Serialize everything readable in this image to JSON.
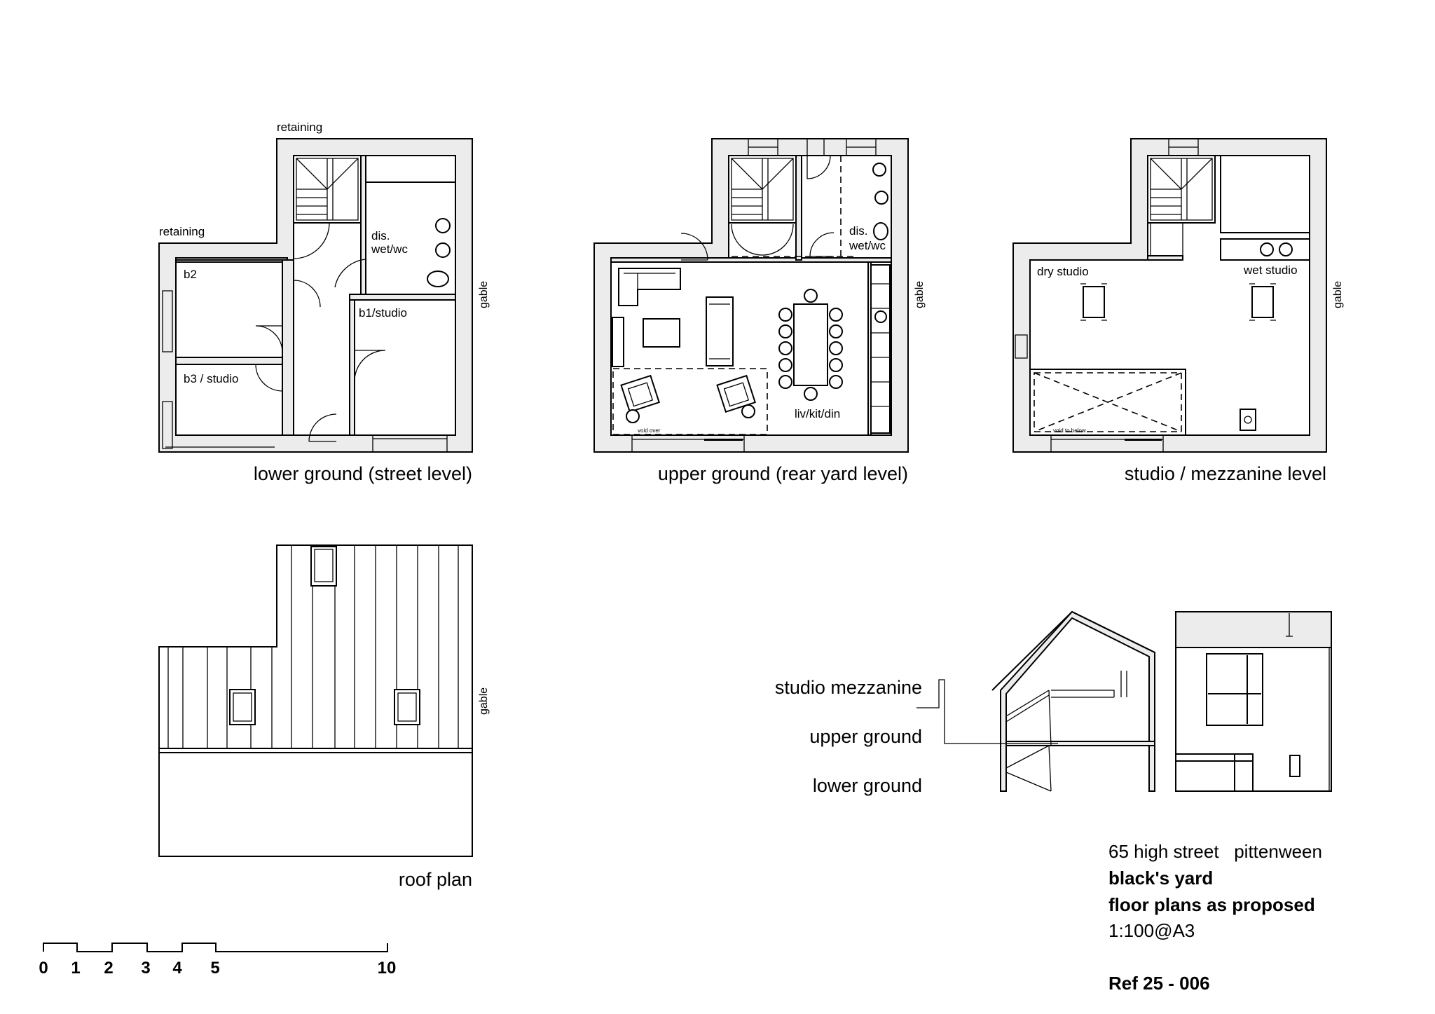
{
  "lower_ground": {
    "caption": "lower ground (street level)",
    "note_retaining_top": "retaining",
    "note_retaining_left": "retaining",
    "note_gable": "gable",
    "rooms": {
      "b2": "b2",
      "b3": "b3 / studio",
      "b1": "b1/studio",
      "wc_line1": "dis.",
      "wc_line2": "wet/wc"
    }
  },
  "upper_ground": {
    "caption": "upper ground (rear yard level)",
    "note_gable": "gable",
    "rooms": {
      "wc_line1": "dis.",
      "wc_line2": "wet/wc",
      "living": "liv/kit/din",
      "void": "void over"
    }
  },
  "mezzanine": {
    "caption": "studio / mezzanine level",
    "note_gable": "gable",
    "rooms": {
      "dry": "dry studio",
      "wet": "wet studio",
      "void": "void to below"
    }
  },
  "roof": {
    "caption": "roof plan",
    "note_gable": "gable"
  },
  "section": {
    "levels": [
      "studio mezzanine",
      "upper ground",
      "lower ground"
    ]
  },
  "title_block": {
    "address": "65 high street   pittenween",
    "project": "black's yard",
    "drawing": "floor plans as proposed",
    "scale": "1:100@A3",
    "ref": "Ref 25 - 006"
  },
  "scale_bar": {
    "labels": [
      "0",
      "1",
      "2",
      "3",
      "4",
      "5",
      "10"
    ]
  }
}
